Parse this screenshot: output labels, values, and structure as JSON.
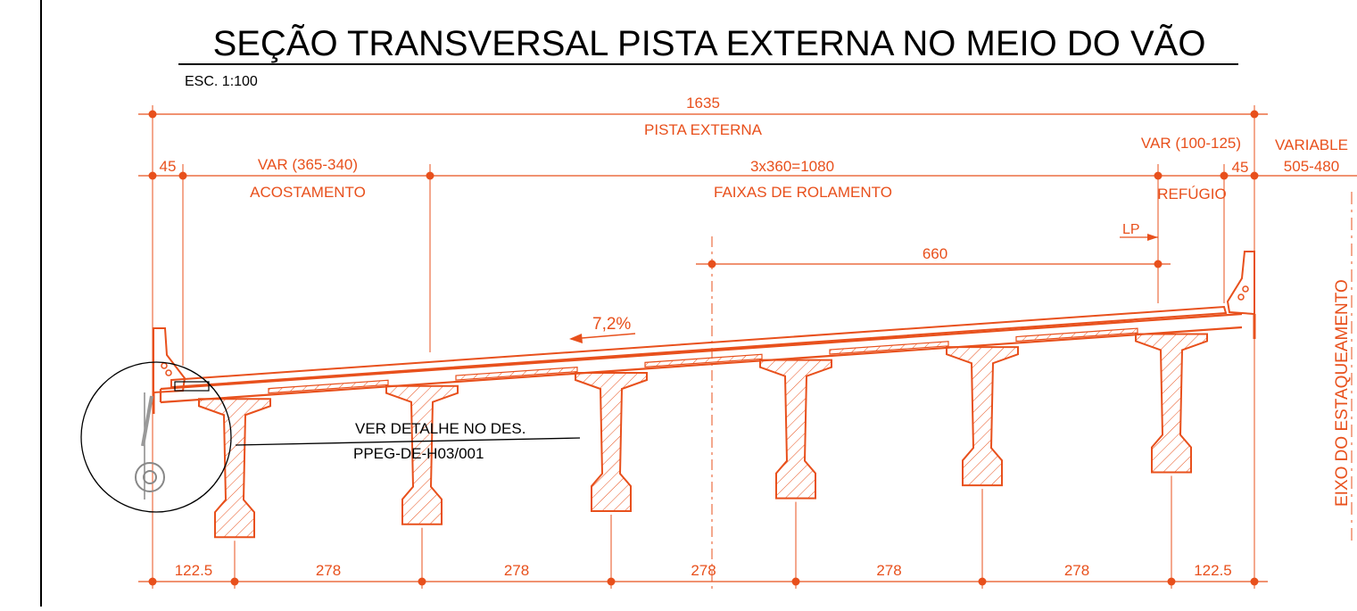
{
  "title": "SEÇÃO TRANSVERSAL PISTA EXTERNA NO MEIO DO VÃO",
  "scale": "ESC. 1:100",
  "dimensions": {
    "total": "1635",
    "total_label": "PISTA EXTERNA",
    "left_edge": "45",
    "shoulder": "VAR (365-340)",
    "shoulder_label": "ACOSTAMENTO",
    "lanes": "3x360=1080",
    "lanes_label": "FAIXAS DE ROLAMENTO",
    "refuge": "VAR (100-125)",
    "refuge_label": "REFÚGIO",
    "right_edge": "45",
    "variable_label": "VARIABLE",
    "variable_value": "505-480",
    "offset_cl": "660",
    "cl_label": "LP"
  },
  "slope": "7,2%",
  "axis_label": "EIXO DO ESTAQUEAMENTO",
  "detail_note": {
    "line1": "VER DETALHE  NO DES.",
    "line2": "PPEG-DE-H03/001"
  },
  "bottom_dims": [
    "122.5",
    "278",
    "278",
    "278",
    "278",
    "278",
    "122.5"
  ],
  "colors": {
    "drawing": "#e8501c",
    "annotation": "#000000",
    "background": "#ffffff"
  }
}
